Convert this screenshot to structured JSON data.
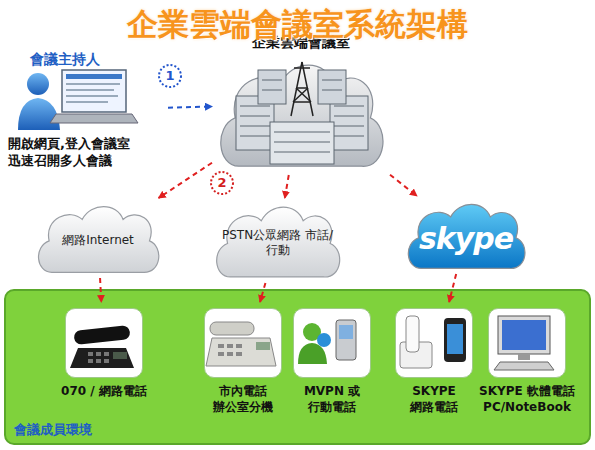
{
  "diagram": {
    "title": "企業雲端會議室系統架構",
    "nodes": [
      {
        "text": [
          "會議主持人",
          "開啟網頁,登入會議室 迅速召開多人會議"
        ]
      },
      {
        "text": [
          "企業雲端會議室"
        ]
      },
      {
        "text": [
          "網路Internet"
        ]
      },
      {
        "text": [
          "PSTN公眾網路 市話/行動"
        ]
      },
      {
        "text": [
          "skype"
        ]
      },
      {
        "text": [
          "會議成員環境"
        ]
      },
      {
        "text": [
          "070 / 網路電話"
        ],
        "in": 5
      },
      {
        "text": [
          "市內電話 辦公室分機"
        ],
        "in": 5
      },
      {
        "text": [
          "MVPN 或 行動電話"
        ],
        "in": 5
      },
      {
        "text": [
          "SKYPE 網路電話"
        ],
        "in": 5
      },
      {
        "text": [
          "SKYPE 軟體電話 PC/NoteBook"
        ],
        "in": 5
      }
    ],
    "edges": [
      {
        "from": 0,
        "to": 1,
        "arrow": "to"
      },
      {
        "from": 1,
        "to": 2,
        "arrow": "to"
      },
      {
        "from": 1,
        "to": 3,
        "arrow": "to"
      },
      {
        "from": 1,
        "to": 4,
        "arrow": "to"
      },
      {
        "from": 2,
        "to": 6,
        "arrow": "to"
      },
      {
        "from": 3,
        "to": 7,
        "arrow": "to"
      },
      {
        "from": 4,
        "to": 9,
        "arrow": "to"
      }
    ],
    "labels": [
      "1",
      "2"
    ]
  }
}
